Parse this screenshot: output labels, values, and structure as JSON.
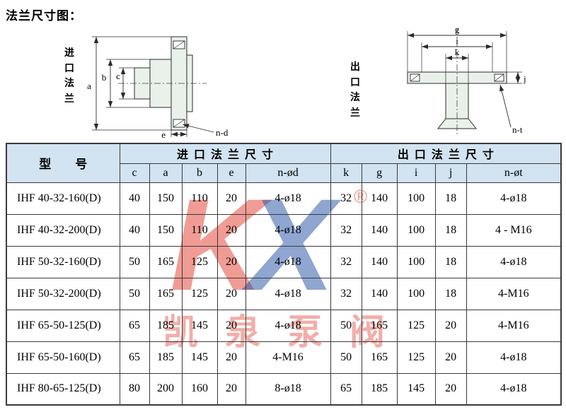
{
  "page": {
    "title": "法兰尺寸图："
  },
  "drawings": {
    "inlet": {
      "label": "进\n口\n法\n兰",
      "dim_a": "a",
      "dim_b": "b",
      "dim_c": "c",
      "dim_e": "e",
      "dim_nd": "n-d"
    },
    "outlet": {
      "label": "出\n口\n法\n兰",
      "dim_g": "g",
      "dim_i": "i",
      "dim_k": "k",
      "dim_j": "j",
      "dim_nt": "n-t"
    }
  },
  "watermark": {
    "k": "K",
    "x": "X",
    "reg": "®",
    "chars": "凯泉泵阀"
  },
  "table": {
    "model_header": "型        号",
    "inlet_group": "进  口  法  兰  尺  寸",
    "outlet_group": "出  口  法  兰  尺  寸",
    "inlet_cols": [
      "c",
      "a",
      "b",
      "e",
      "n-ød"
    ],
    "outlet_cols": [
      "k",
      "g",
      "i",
      "j",
      "n-øt"
    ],
    "rows": [
      {
        "model": "IHF 40-32-160(D)",
        "cells": [
          "40",
          "150",
          "110",
          "20",
          "4-ø18",
          "32",
          "140",
          "100",
          "18",
          "4-ø18"
        ]
      },
      {
        "model": "IHF 40-32-200(D)",
        "cells": [
          "40",
          "150",
          "110",
          "20",
          "4-ø18",
          "32",
          "140",
          "100",
          "18",
          "4 - M16"
        ]
      },
      {
        "model": "IHF 50-32-160(D)",
        "cells": [
          "50",
          "165",
          "125",
          "20",
          "4-ø18",
          "32",
          "140",
          "100",
          "18",
          "4-ø18"
        ]
      },
      {
        "model": "IHF 50-32-200(D)",
        "cells": [
          "50",
          "165",
          "125",
          "20",
          "4-ø18",
          "32",
          "140",
          "100",
          "18",
          "4-M16"
        ]
      },
      {
        "model": "IHF 65-50-125(D)",
        "cells": [
          "65",
          "185",
          "145",
          "20",
          "4-ø18",
          "50",
          "165",
          "125",
          "20",
          "4-M16"
        ]
      },
      {
        "model": "IHF 65-50-160(D)",
        "cells": [
          "65",
          "185",
          "145",
          "20",
          "4-M16",
          "50",
          "165",
          "125",
          "20",
          "4-ø18"
        ]
      },
      {
        "model": "IHF 80-65-125(D)",
        "cells": [
          "80",
          "200",
          "160",
          "20",
          "8-ø18",
          "65",
          "185",
          "145",
          "20",
          "4-ø18"
        ]
      }
    ]
  }
}
